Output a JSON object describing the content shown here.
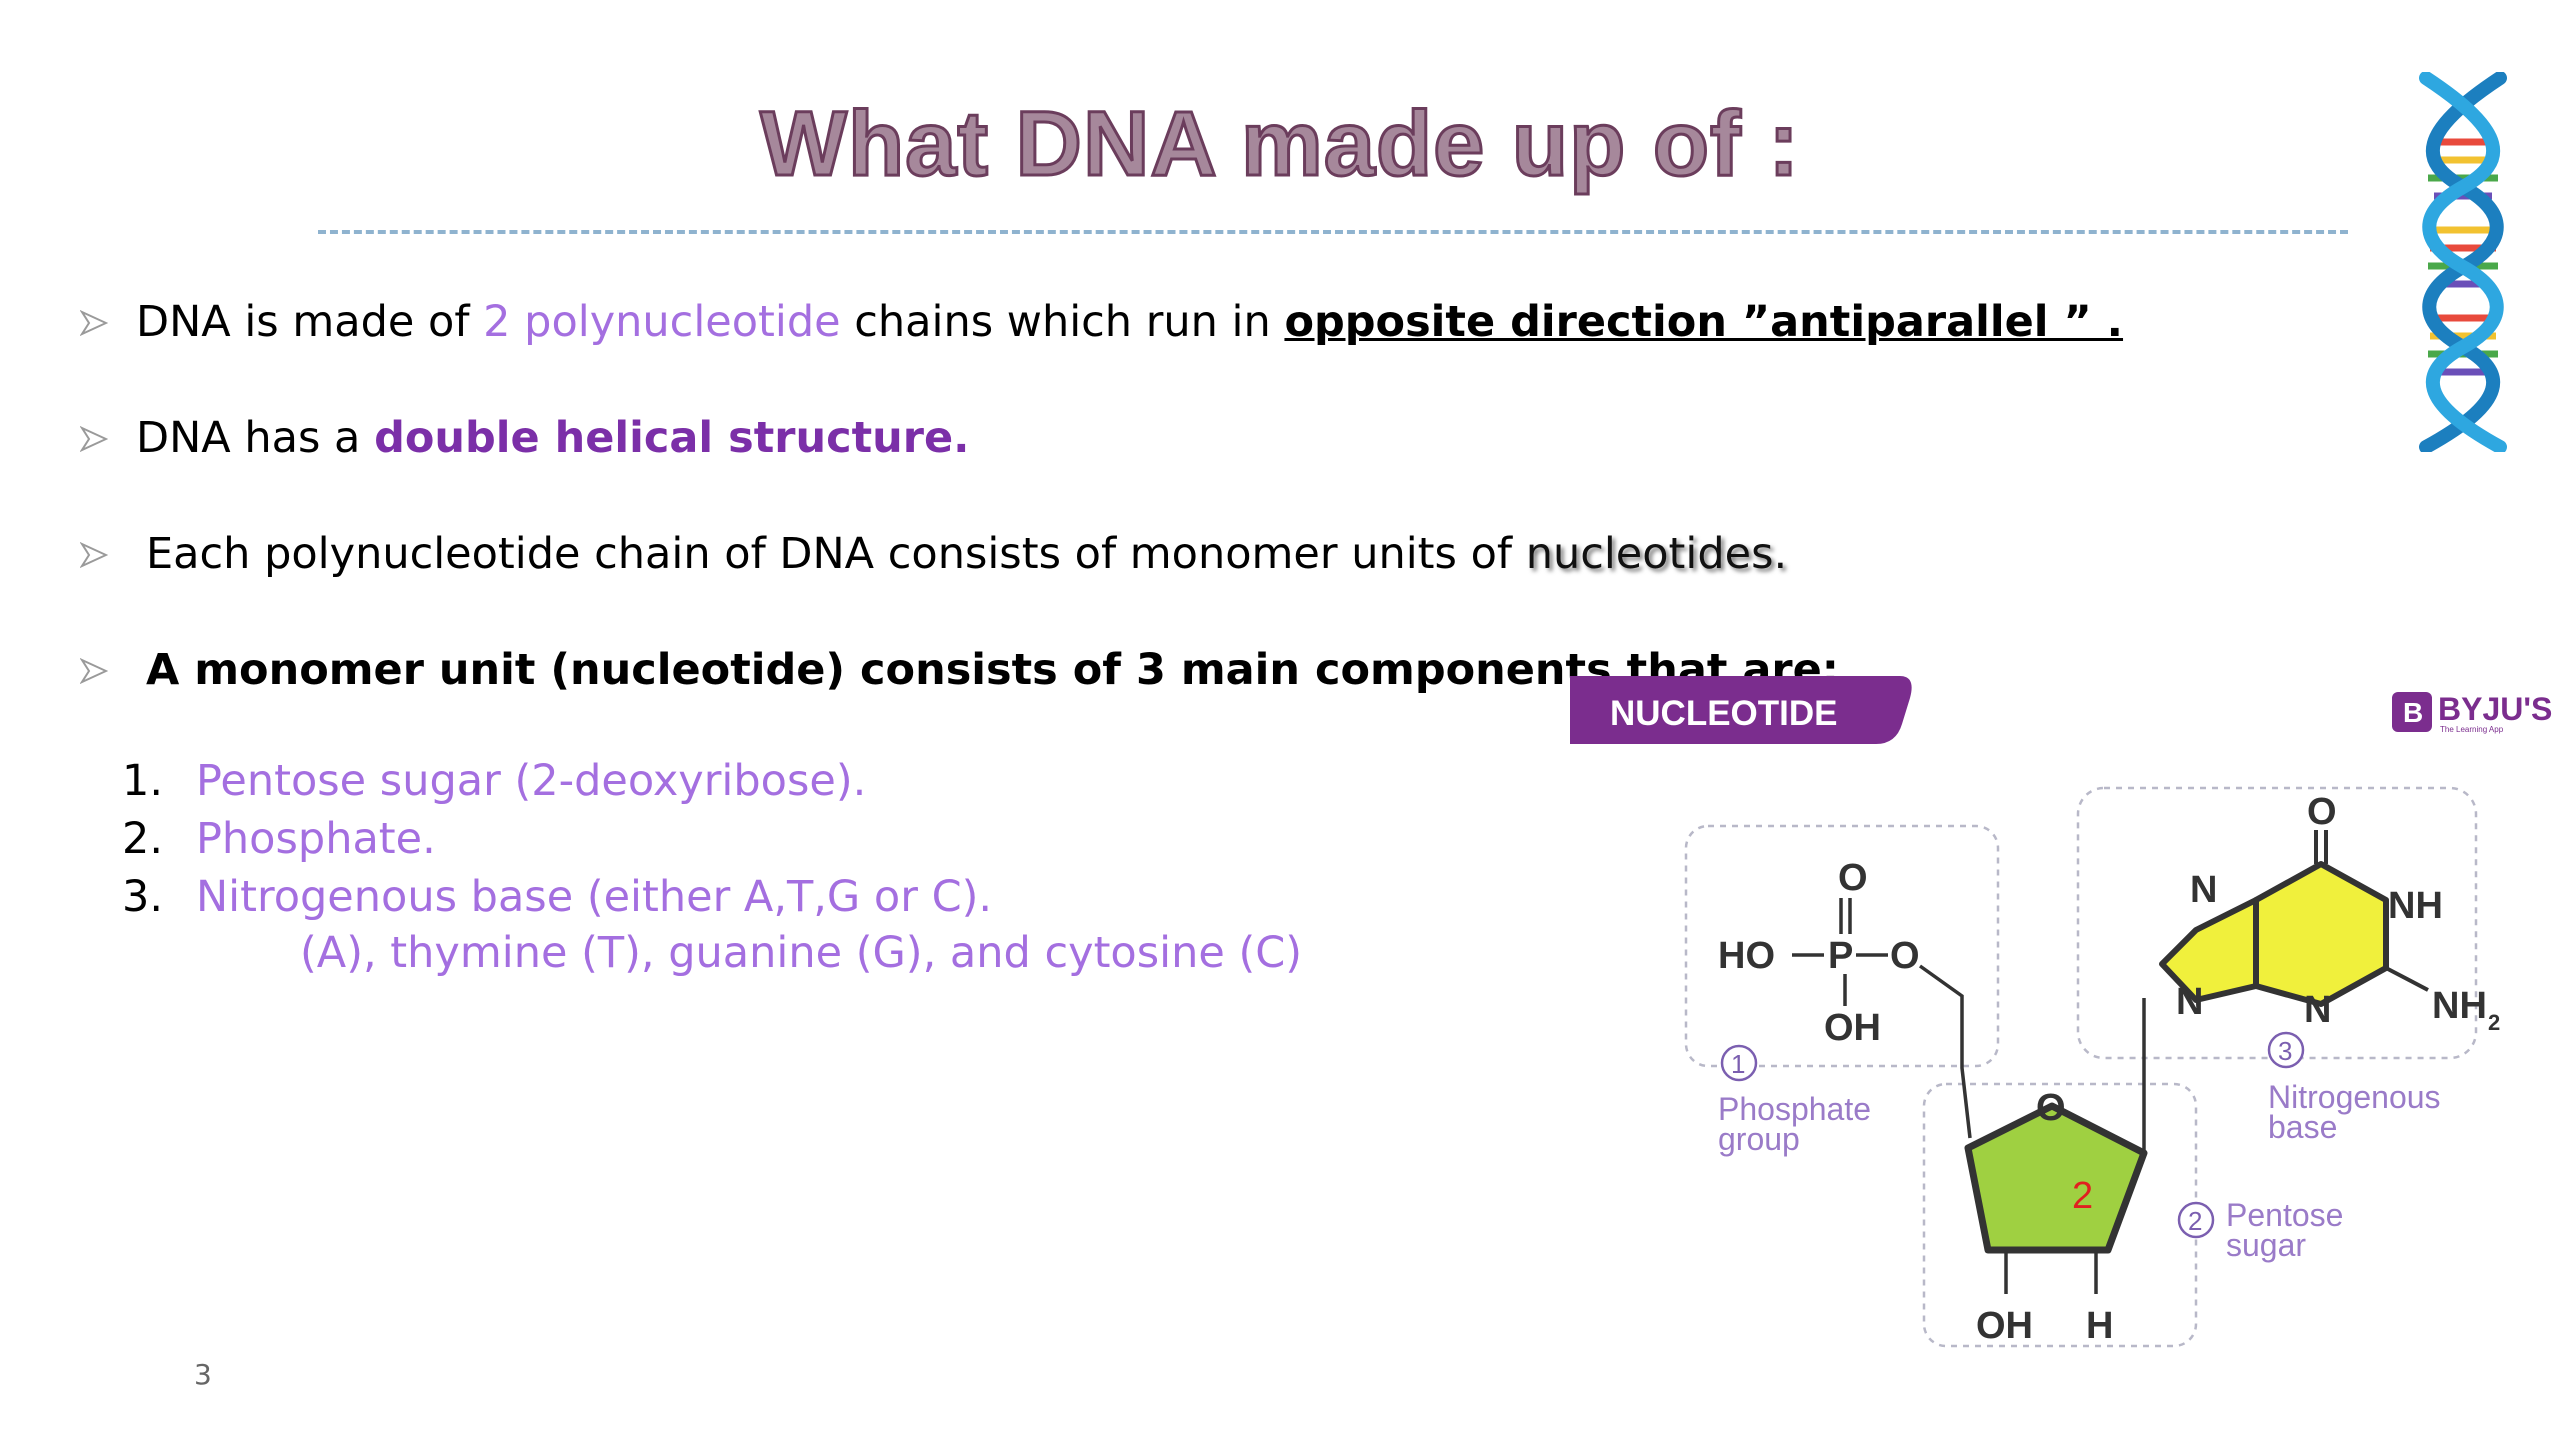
{
  "title": "What DNA made up of :",
  "bullets": {
    "b1": {
      "pre": "DNA is made of ",
      "highlight": "2 polynucleotide",
      "mid": " chains which run in ",
      "emph": "opposite direction ”antiparallel  ” ."
    },
    "b2": {
      "pre": "DNA has a ",
      "emph": "double helical structure."
    },
    "b3": {
      "pre": "Each polynucleotide chain of DNA consists of monomer units of ",
      "emph": "nucleotides."
    },
    "b4": {
      "text": "A monomer unit (nucleotide) consists of 3 main components that are:"
    }
  },
  "components": [
    {
      "num": "1.",
      "text": "Pentose sugar (2-deoxyribose)."
    },
    {
      "num": "2.",
      "text": "Phosphate."
    },
    {
      "num": "3.",
      "text": "Nitrogenous base (either A,T,G or C)."
    }
  ],
  "bases_line": "(A), thymine (T), guanine (G), and cytosine (C)",
  "page_number": "3",
  "figure": {
    "banner": "NUCLEOTIDE",
    "brand": "BYJU'S",
    "brand_tagline": "The Learning App",
    "phosphate": {
      "O": "O",
      "HO": "HO",
      "P": "P",
      "O2": "O",
      "OH": "OH",
      "badge": "1",
      "label_line1": "Phosphate",
      "label_line2": "group"
    },
    "sugar": {
      "O": "O",
      "carbon": "2",
      "OH": "OH",
      "H": "H",
      "badge": "2",
      "label_line1": "Pentose",
      "label_line2": "sugar"
    },
    "base": {
      "O": "O",
      "N1": "N",
      "NH": "NH",
      "N2": "N",
      "N3": "N",
      "NH2": "NH",
      "NH2_sub": "2",
      "badge": "3",
      "label_line1": "Nitrogenous",
      "label_line2": "base"
    }
  },
  "colors": {
    "title_fill": "#a6889b",
    "title_stroke": "#6b3d5c",
    "accent_purple": "#7b2fa8",
    "light_purple": "#a46fe0",
    "banner": "#7b2d8e",
    "sugar_fill": "#9fd041",
    "base_fill": "#f0f03c"
  },
  "icons": [
    "arrow-bullet-icon",
    "dna-helix-icon",
    "byjus-logo-icon"
  ]
}
